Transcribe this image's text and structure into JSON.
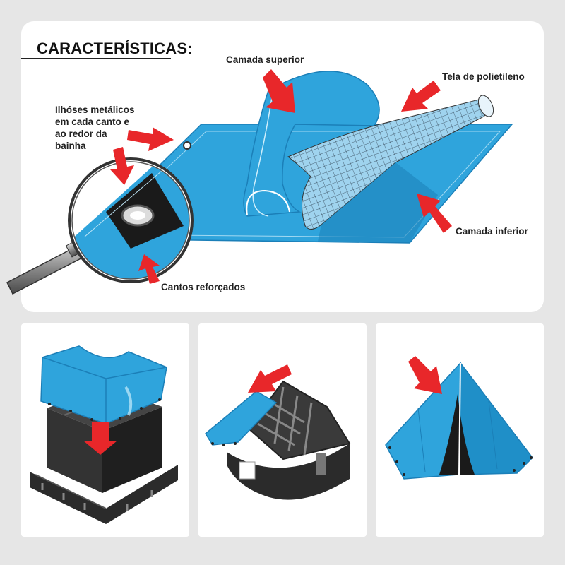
{
  "title": "CARACTERÍSTICAS:",
  "labels": {
    "top_layer": "Camada superior",
    "mesh": "Tela de polietileno",
    "bottom_layer": "Camada inferior",
    "eyelets": "Ilhóses metálicos em cada canto e ao redor da bainha",
    "corners": "Cantos reforçados"
  },
  "colors": {
    "tarp_blue": "#2fa4dc",
    "tarp_dark": "#1b7fb8",
    "arrow_red": "#e8272a",
    "object_dark": "#2b2b2b"
  },
  "usage_panels": [
    "pallet-cover",
    "roof-cover",
    "tent"
  ]
}
